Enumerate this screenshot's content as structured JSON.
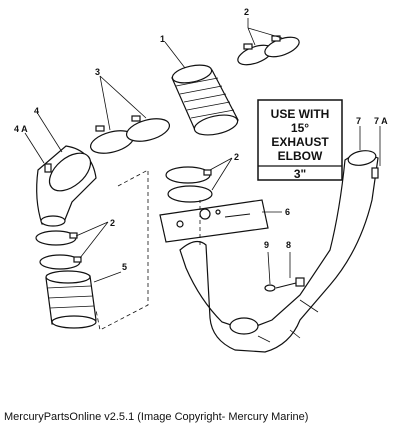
{
  "diagram": {
    "callouts": {
      "c1": "1",
      "c2a": "2",
      "c2b": "2",
      "c2c": "2",
      "c3": "3",
      "c4": "4",
      "c4a": "4 A",
      "c5": "5",
      "c6": "6",
      "c7": "7",
      "c7a": "7 A",
      "c8": "8",
      "c9": "9"
    },
    "note": {
      "line1": "USE WITH",
      "line2": "15°",
      "line3": "EXHAUST",
      "line4": "ELBOW",
      "line5": "3\""
    }
  },
  "footer": {
    "caption": "MercuryPartsOnline v2.5.1 (Image Copyright- Mercury Marine)"
  }
}
